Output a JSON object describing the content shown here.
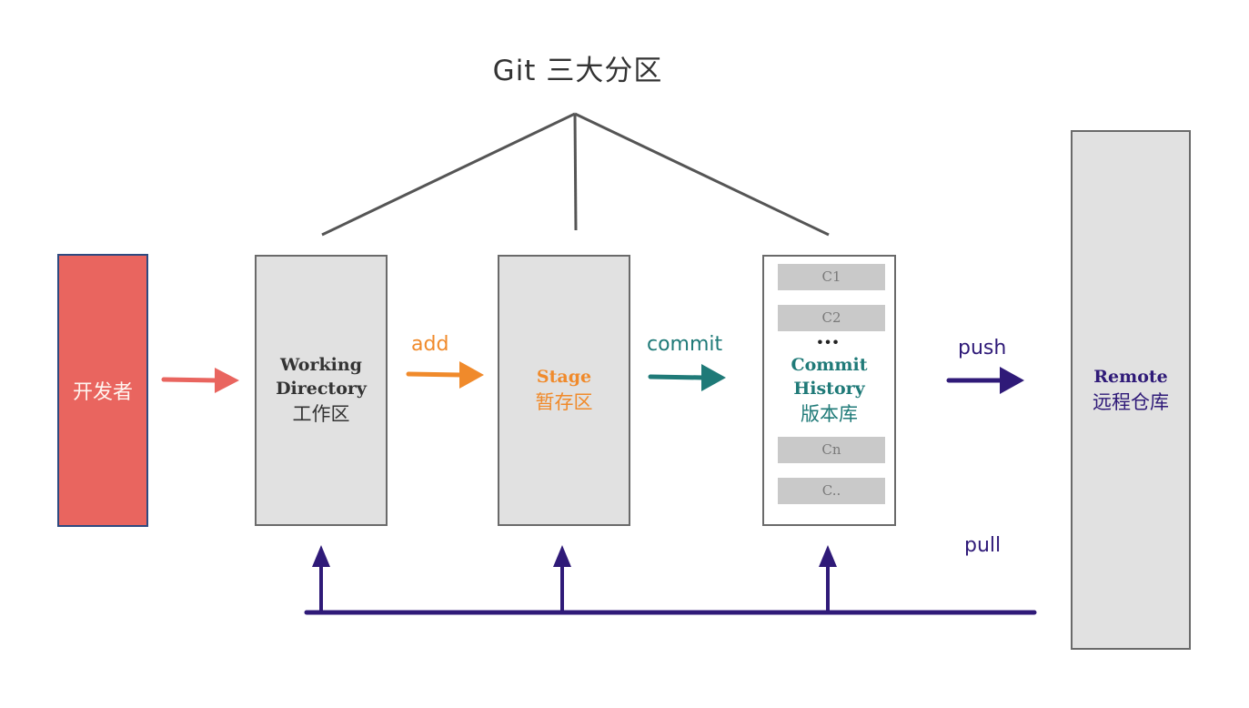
{
  "title": "Git 三大分区",
  "colors": {
    "developer": "#e9655f",
    "add": "#f08a2b",
    "commit": "#1f7a78",
    "push_pull": "#2f1a78",
    "box_fill": "#e1e1e1",
    "commit_cell": "#c9c9c9"
  },
  "developer": {
    "label": "开发者"
  },
  "working_directory": {
    "label_en_1": "Working",
    "label_en_2": "Directory",
    "label_cn": "工作区"
  },
  "stage": {
    "label_en": "Stage",
    "label_cn": "暂存区"
  },
  "commit_history": {
    "label_en_1": "Commit",
    "label_en_2": "History",
    "label_cn": "版本库",
    "ellipsis": "•••",
    "commits_top": [
      "C1",
      "C2"
    ],
    "commits_bottom": [
      "Cn",
      "C.."
    ]
  },
  "remote": {
    "label_en": "Remote",
    "label_cn": "远程仓库"
  },
  "operations": {
    "add": "add",
    "commit": "commit",
    "push": "push",
    "pull": "pull"
  }
}
